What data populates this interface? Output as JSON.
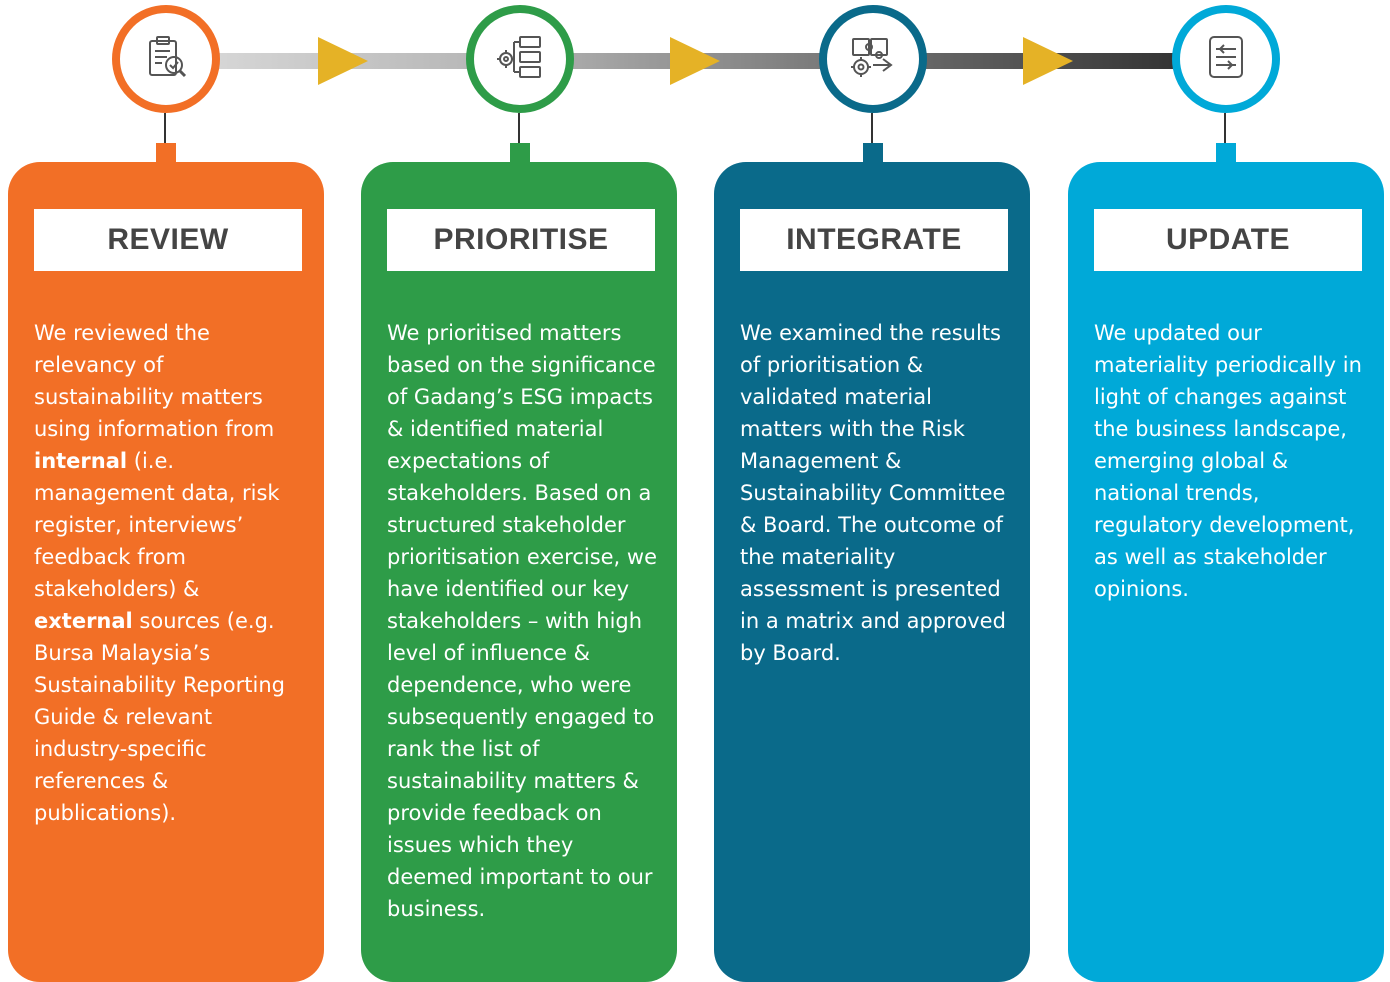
{
  "colors": {
    "review": "#f26f26",
    "prioritise": "#2e9c48",
    "integrate": "#0a6a8a",
    "update": "#00a9d8",
    "arrow": "#e5b226"
  },
  "steps": [
    {
      "icon": "clipboard-check-icon",
      "title": "REVIEW",
      "p1": "We reviewed the relevancy of sustainability matters using information from ",
      "b1": "internal",
      "p2": " (i.e. management data, risk register, interviews’ feedback from stakeholders) & ",
      "b2": "external",
      "p3": " sources (e.g. Bursa Malaysia’s Sustainability Reporting Guide & relevant industry-specific references & publications)."
    },
    {
      "icon": "gear-list-icon",
      "title": "PRIORITISE",
      "p1": "We prioritised matters based on the significance of Gadang’s ESG impacts & identified material expectations of stakeholders. Based on a structured stakeholder prioritisation exercise, we have identified our key stakeholders – with high level of influence & dependence, who were subsequently engaged to rank the list of sustainability matters & provide feedback on issues which they deemed important to our business."
    },
    {
      "icon": "puzzle-gear-icon",
      "title": "INTEGRATE",
      "p1": "We examined the results of prioritisation & validated material matters with the Risk Management & Sustainability Committee & Board. The outcome of the materiality assessment is presented in a matrix and approved by Board."
    },
    {
      "icon": "document-update-icon",
      "title": "UPDATE",
      "p1": "We updated our materiality periodically in light of changes against the business landscape, emerging global & national trends, regulatory development, as well as stakeholder opinions."
    }
  ]
}
